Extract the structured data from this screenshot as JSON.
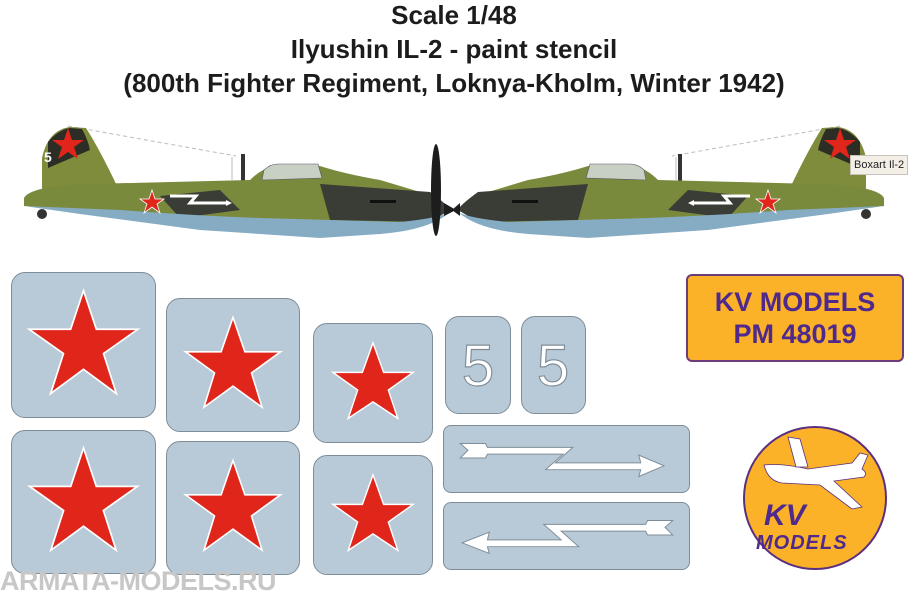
{
  "header": {
    "line1": "Scale 1/48",
    "line2": "Ilyushin IL-2 - paint stencil",
    "line3": "(800th Fighter Regiment, Loknya-Kholm, Winter 1942)"
  },
  "profiles": {
    "left_tail_number": "5",
    "tooltip": "Boxart Il-2"
  },
  "stencils": {
    "numbers": [
      "5",
      "5"
    ]
  },
  "brand_box": {
    "line1": "KV MODELS",
    "line2": "PM 48019"
  },
  "logo": {
    "line1": "KV",
    "line2": "MODELS"
  },
  "watermark": "ARMATA-MODELS.RU",
  "colors": {
    "mask_fill": "#b8cad7",
    "star_red": "#e0251b",
    "brand_orange": "#fbb228",
    "brand_purple": "#4f2a8c"
  }
}
